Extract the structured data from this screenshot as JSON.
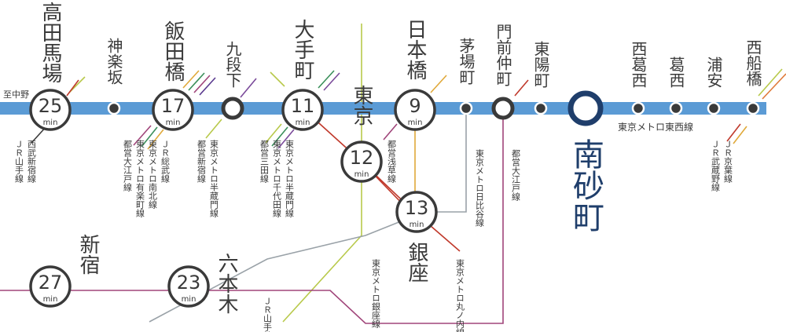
{
  "colors": {
    "tozai": "#5b9bd5",
    "navy": "#1f3e6b",
    "dark": "#3a3a3a",
    "red": "#c0392b",
    "purple": "#a0457a",
    "gray": "#9aa2a8",
    "lime": "#b8c94a",
    "orange": "#e0a93a"
  },
  "origin_line_label": "至中野",
  "tozai_label": "東京メトロ東西線",
  "unit": "min",
  "destination": "南砂町",
  "stations": {
    "takadanobaba": {
      "name": "高田馬場",
      "minutes": "25"
    },
    "kagurazaka": {
      "name": "神楽坂"
    },
    "iidabashi": {
      "name": "飯田橋",
      "minutes": "17"
    },
    "kudanshita": {
      "name": "九段下"
    },
    "otemachi": {
      "name": "大手町",
      "minutes": "11"
    },
    "tokyo": {
      "name": "東京",
      "minutes": "12"
    },
    "nihonbashi": {
      "name": "日本橋",
      "minutes": "9"
    },
    "kayabacho": {
      "name": "茅場町"
    },
    "monzennakacho": {
      "name": "門前仲町"
    },
    "toyocho": {
      "name": "東陽町"
    },
    "nishikasai": {
      "name": "西葛西"
    },
    "kasai": {
      "name": "葛西"
    },
    "urayasu": {
      "name": "浦安"
    },
    "nishifunabashi": {
      "name": "西船橋"
    },
    "ginza": {
      "name": "銀座",
      "minutes": "13"
    },
    "shinjuku": {
      "name": "新宿",
      "minutes": "27"
    },
    "roppongi": {
      "name": "六本木",
      "minutes": "23"
    }
  },
  "transfer_lines": {
    "takadanobaba": [
      "西武新宿線",
      "ＪＲ山手線"
    ],
    "iidabashi": [
      "ＪＲ総武線",
      "東京メトロ南北線",
      "東京メトロ有楽町線",
      "都営大江戸線"
    ],
    "kudanshita": [
      "東京メトロ半蔵門線",
      "都営新宿線"
    ],
    "otemachi": [
      "東京メトロ半蔵門線",
      "東京メトロ千代田線",
      "都営三田線"
    ],
    "nihonbashi": [
      "都営浅草線"
    ],
    "kayabacho": [
      "東京メトロ日比谷線"
    ],
    "monzennakacho": [
      "都営大江戸線"
    ],
    "nishifunabashi": [
      "ＪＲ京葉線",
      "ＪＲ武蔵野線"
    ],
    "ginza_a": [
      "東京メトロ銀座線"
    ],
    "ginza_b": [
      "東京メトロ丸ノ内線"
    ],
    "roppongi": [
      "ＪＲ山手線"
    ]
  }
}
